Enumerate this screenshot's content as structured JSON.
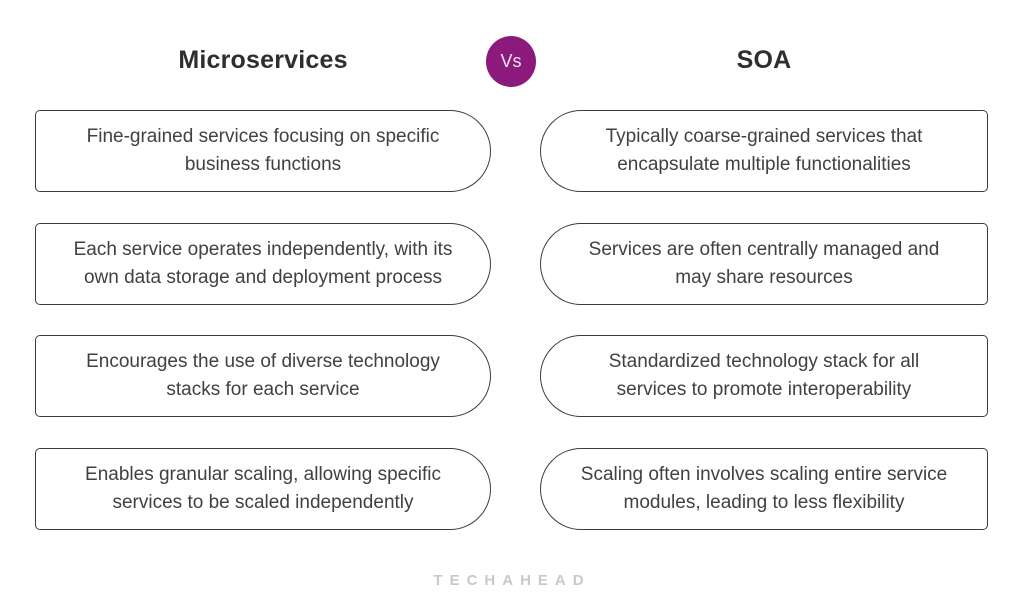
{
  "header": {
    "left_title": "Microservices",
    "right_title": "SOA",
    "vs_label": "Vs"
  },
  "colors": {
    "vs_badge_background": "#8c1a7d",
    "box_border": "#3d3d3d",
    "box_text": "#414141",
    "heading_text": "#2e2e2e",
    "brand_text": "#c9c9c9",
    "page_background": "#ffffff"
  },
  "comparison_rows": [
    {
      "left": "Fine-grained services focusing on specific business functions",
      "right": "Typically coarse-grained services that encapsulate multiple functionalities"
    },
    {
      "left": "Each service operates independently, with its own data storage and deployment process",
      "right": "Services are often centrally managed and may share resources"
    },
    {
      "left": "Encourages the use of diverse technology stacks for each service",
      "right": "Standardized technology stack for all services to promote interoperability"
    },
    {
      "left": "Enables granular scaling, allowing specific services to be scaled independently",
      "right": "Scaling often involves scaling entire service modules, leading to less flexibility"
    }
  ],
  "footer": {
    "brand": "TECHAHEAD"
  }
}
